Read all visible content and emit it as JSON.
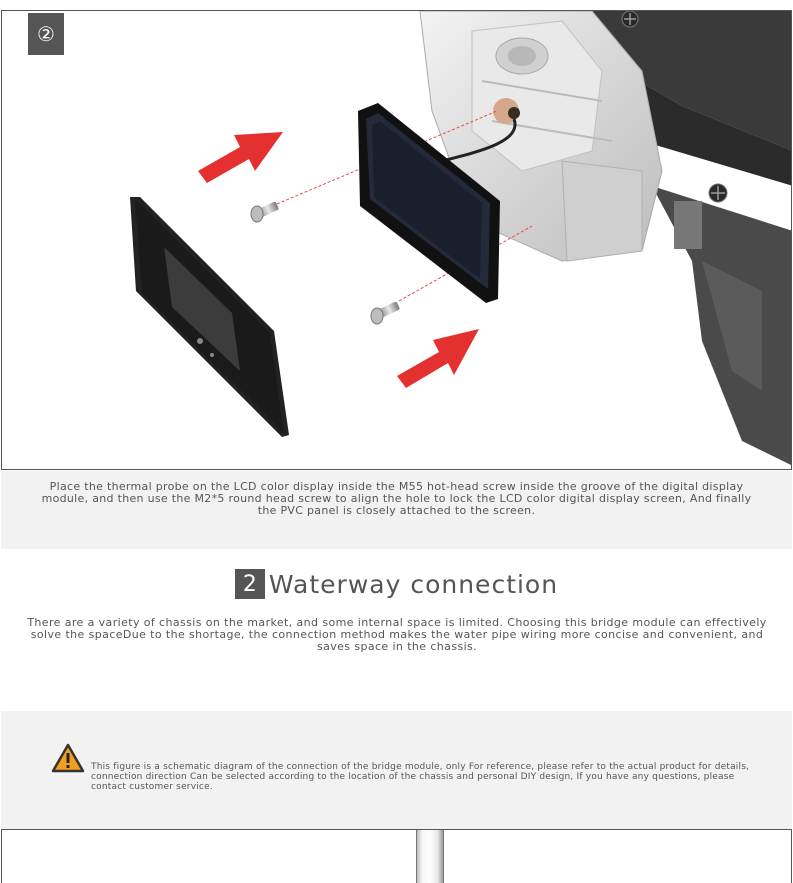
{
  "hero": {
    "step_marker": "②"
  },
  "caption": {
    "text": "Place the thermal probe on the LCD color display inside the M55 hot-head screw inside the groove of the digital display module, and then use the M2*5 round head screw to align the hole to lock the LCD color digital display screen, And finally the PVC panel is closely attached to the screen."
  },
  "section": {
    "number": "2",
    "title": "Waterway connection",
    "description": "There are a variety of chassis on the market, and some internal space is limited. Choosing this bridge module can effectively solve the spaceDue to the shortage, the connection method makes the water pipe wiring more concise and convenient, and saves space in the chassis."
  },
  "notice": {
    "icon": "warning-icon",
    "text": "This figure is a schematic diagram of the connection of the bridge module, only For reference, please refer to the actual product for details, connection direction Can be selected according to the location of the chassis and personal DIY design, If you have any questions, please contact customer service."
  },
  "colors": {
    "badge": "#555555",
    "band": "#f2f2f2",
    "arrow": "#e53030",
    "warning": "#f0a020"
  }
}
